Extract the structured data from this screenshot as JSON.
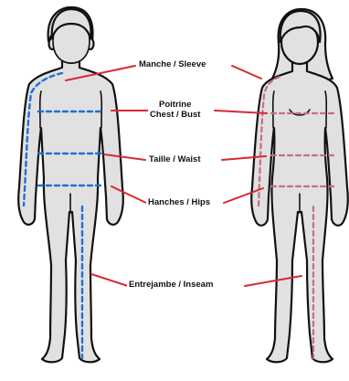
{
  "labels": {
    "sleeve": "Manche / Sleeve",
    "chest_fr": "Poitrine",
    "chest_en": "Chest / Bust",
    "waist": "Taille / Waist",
    "hips": "Hanches / Hips",
    "inseam": "Entrejambe / Inseam"
  },
  "colors": {
    "body_fill": "#e1e1e1",
    "outline": "#111111",
    "measure_left": "#1f6fd6",
    "measure_right": "#c2707f",
    "leader": "#d62a31"
  }
}
